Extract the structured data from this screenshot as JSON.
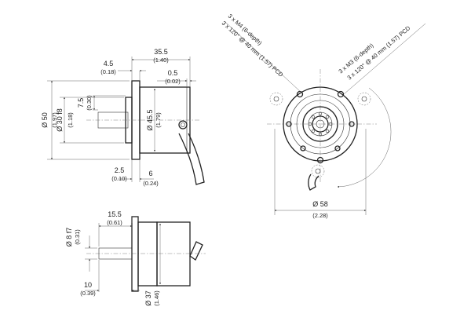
{
  "side_view": {
    "overall_length": {
      "mm": "35.5",
      "inch": "(1.40)"
    },
    "flange_offset": {
      "mm": "4.5",
      "inch": "(0.18)"
    },
    "body_step": {
      "mm": "0.5",
      "inch": "(0.02)"
    },
    "spigot_height": {
      "mm": "7.5",
      "inch": "(0.30)"
    },
    "flange_diameter": {
      "mm": "Ø 50",
      "inch": "(1.97)"
    },
    "spigot_diameter": {
      "mm": "Ø 30 f8",
      "inch": "(1.18)"
    },
    "body_diameter": {
      "mm": "Ø 45.5",
      "inch": "(1.79)"
    },
    "flange_thickness": {
      "mm": "2.5",
      "inch": "(0.10)"
    },
    "rear_section": {
      "mm": "6",
      "inch": "(0.24)"
    }
  },
  "front_view": {
    "m4_holes": {
      "title": "3 x M4 (6-depth)",
      "pcd": "3 x 120° @ 40 mm",
      "inch": "(1.57)",
      "suffix": "PCD"
    },
    "m3_holes": {
      "title": "3 x M3 (6-depth)",
      "pcd": "3 x 120° @ 40 mm",
      "inch": "(1.57)",
      "suffix": "PCD"
    },
    "outer_diameter": {
      "mm": "Ø 58",
      "inch": "(2.28)"
    }
  },
  "shaft_view": {
    "shaft_offset": {
      "mm": "15.5",
      "inch": "(0.61)"
    },
    "shaft_diameter": {
      "mm": "Ø 8 f7",
      "inch": "(0.31)"
    },
    "shaft_length": {
      "mm": "10",
      "inch": "(0.39)"
    },
    "body_diameter": {
      "mm": "Ø 37",
      "inch": "(1.46)"
    }
  }
}
